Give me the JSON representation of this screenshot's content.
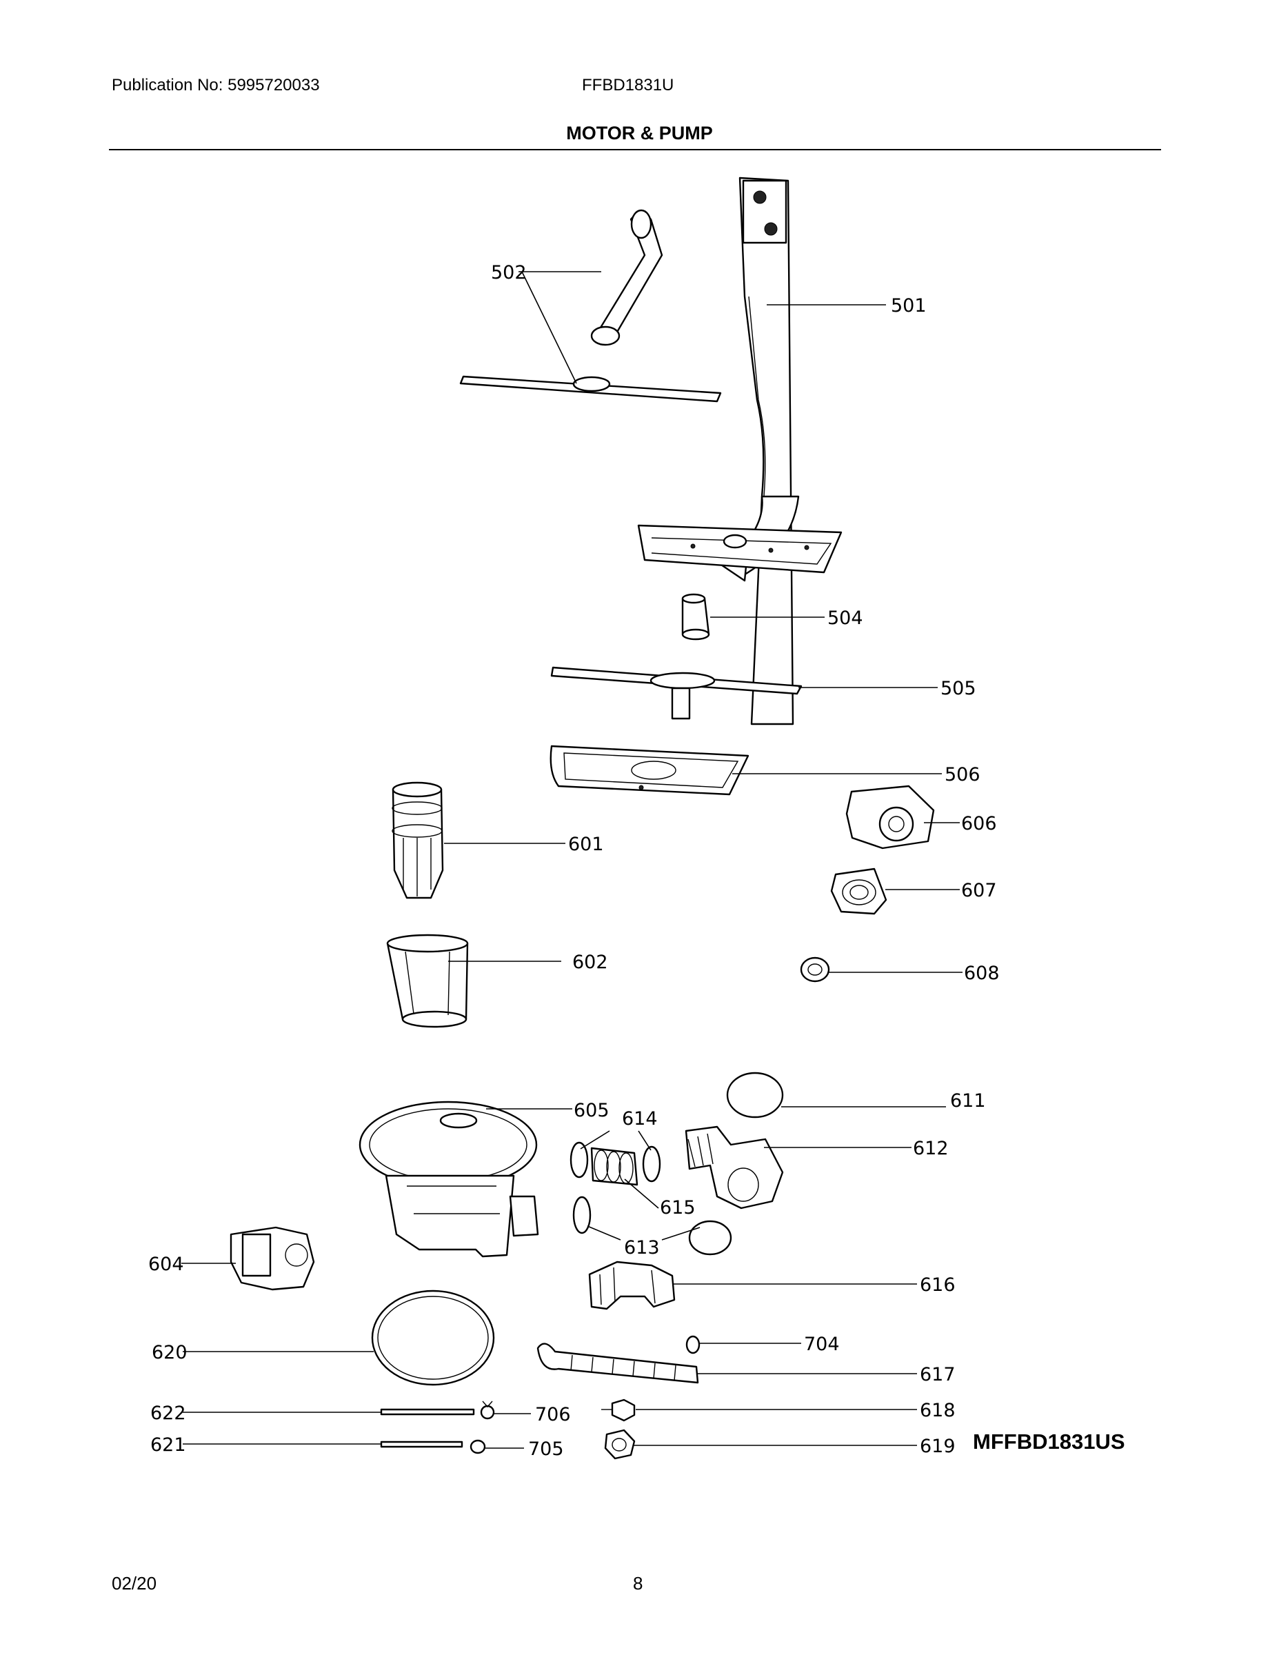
{
  "header": {
    "publication": "Publication No: 5995720033",
    "model": "FFBD1831U",
    "section_title": "MOTOR & PUMP"
  },
  "callouts": {
    "c501": "501",
    "c502": "502",
    "c504": "504",
    "c505": "505",
    "c506": "506",
    "c601": "601",
    "c602": "602",
    "c604": "604",
    "c605": "605",
    "c606": "606",
    "c607": "607",
    "c608": "608",
    "c611": "611",
    "c612": "612",
    "c613": "613",
    "c614": "614",
    "c615": "615",
    "c616": "616",
    "c617": "617",
    "c618": "618",
    "c619": "619",
    "c620": "620",
    "c621": "621",
    "c622": "622",
    "c704": "704",
    "c705": "705",
    "c706": "706"
  },
  "variant_label": "MFFBD1831US",
  "footer": {
    "date": "02/20",
    "page": "8"
  }
}
